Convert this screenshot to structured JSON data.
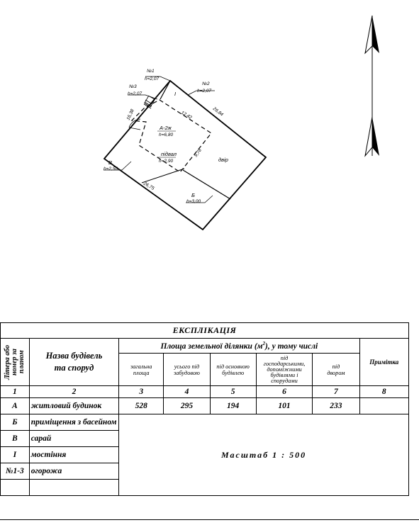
{
  "plan": {
    "labels": {
      "n1": "№1",
      "n1h": "h=2,07",
      "n2": "№2",
      "n2h": "h=2,07",
      "n3": "№3",
      "n3h": "h=2,07",
      "roman1": "І",
      "d_top": "26,84",
      "d_side": "16,38",
      "d_inner": "12,42",
      "d_inner2": "9,78",
      "d_bottom": "26,75",
      "a_title": "А-2ж",
      "a_h": "h=6,80",
      "basement": "підвал",
      "basement_h": "h=2,90",
      "yard": "двір",
      "b_title": "Б",
      "b_h": "h=3,00",
      "v_title": "В",
      "v_h": "h=2,50"
    }
  },
  "table": {
    "title": "ЕКСПЛІКАЦІЯ",
    "col_letter": "Літера або номер за планом",
    "col_name_line1": "Назва будівель",
    "col_name_line2": "та споруд",
    "area_header": "Площа земельної ділянки (м²), у тому числі",
    "col_total": [
      "загальна",
      "площа"
    ],
    "col_built": [
      "усього під",
      "забудовою"
    ],
    "col_main": [
      "під основною",
      "будівлею"
    ],
    "col_aux": [
      "під",
      "господарськими,",
      "допоміжними",
      "будівлями і",
      "спорудами"
    ],
    "col_yard": [
      "під",
      "двором"
    ],
    "col_note": "Примітка",
    "numbers": [
      "1",
      "2",
      "3",
      "4",
      "5",
      "6",
      "7",
      "8"
    ],
    "rows": [
      {
        "letter": "А",
        "name": "житловий будинок",
        "total": "528",
        "built": "295",
        "main": "194",
        "aux": "101",
        "yard": "233"
      },
      {
        "letter": "Б",
        "name": "приміщення з басейном"
      },
      {
        "letter": "В",
        "name": "сарай"
      },
      {
        "letter": "І",
        "name": "мостіння"
      },
      {
        "letter": "№1-3",
        "name": "огорожа"
      },
      {
        "letter": "",
        "name": ""
      }
    ],
    "scale": "Масштаб 1 : 500"
  }
}
